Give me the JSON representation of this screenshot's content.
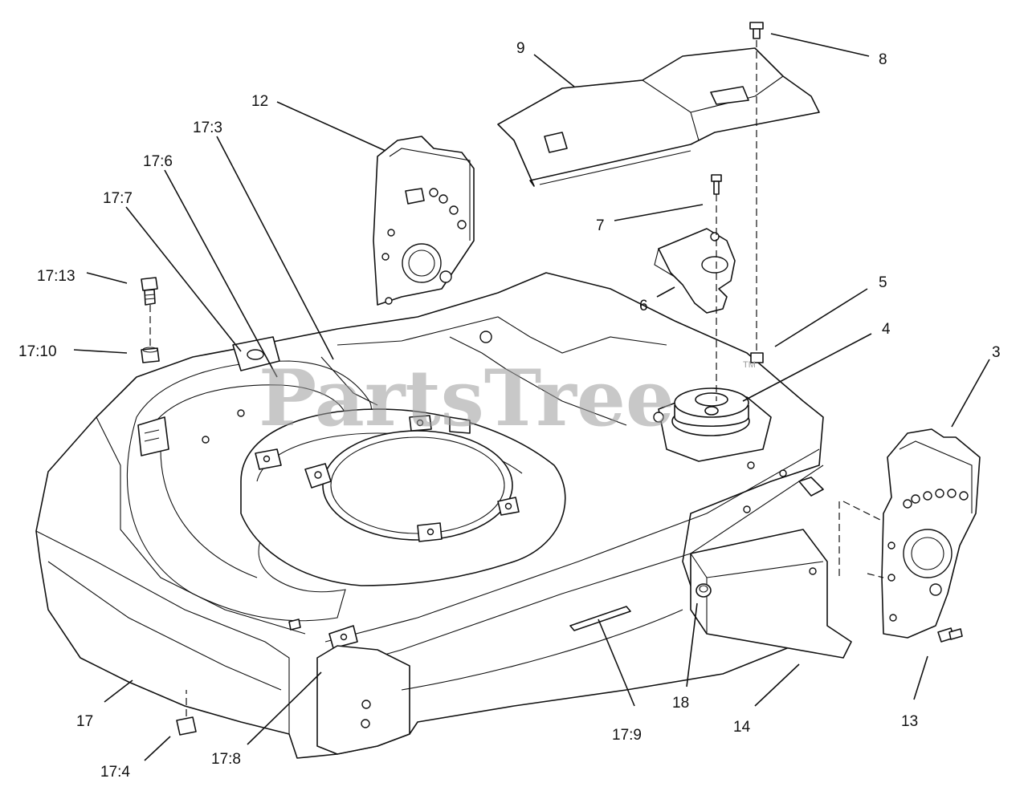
{
  "watermark": {
    "text": "PartsTree",
    "trademark": "TM"
  },
  "callouts": {
    "c9": "9",
    "c8": "8",
    "c12": "12",
    "c17_3": "17:3",
    "c17_6": "17:6",
    "c17_7": "17:7",
    "c17_13": "17:13",
    "c17_10": "17:10",
    "c7": "7",
    "c6": "6",
    "c5": "5",
    "c4": "4",
    "c3": "3",
    "c17": "17",
    "c17_4": "17:4",
    "c17_8": "17:8",
    "c17_9": "17:9",
    "c18": "18",
    "c14": "14",
    "c13": "13"
  }
}
